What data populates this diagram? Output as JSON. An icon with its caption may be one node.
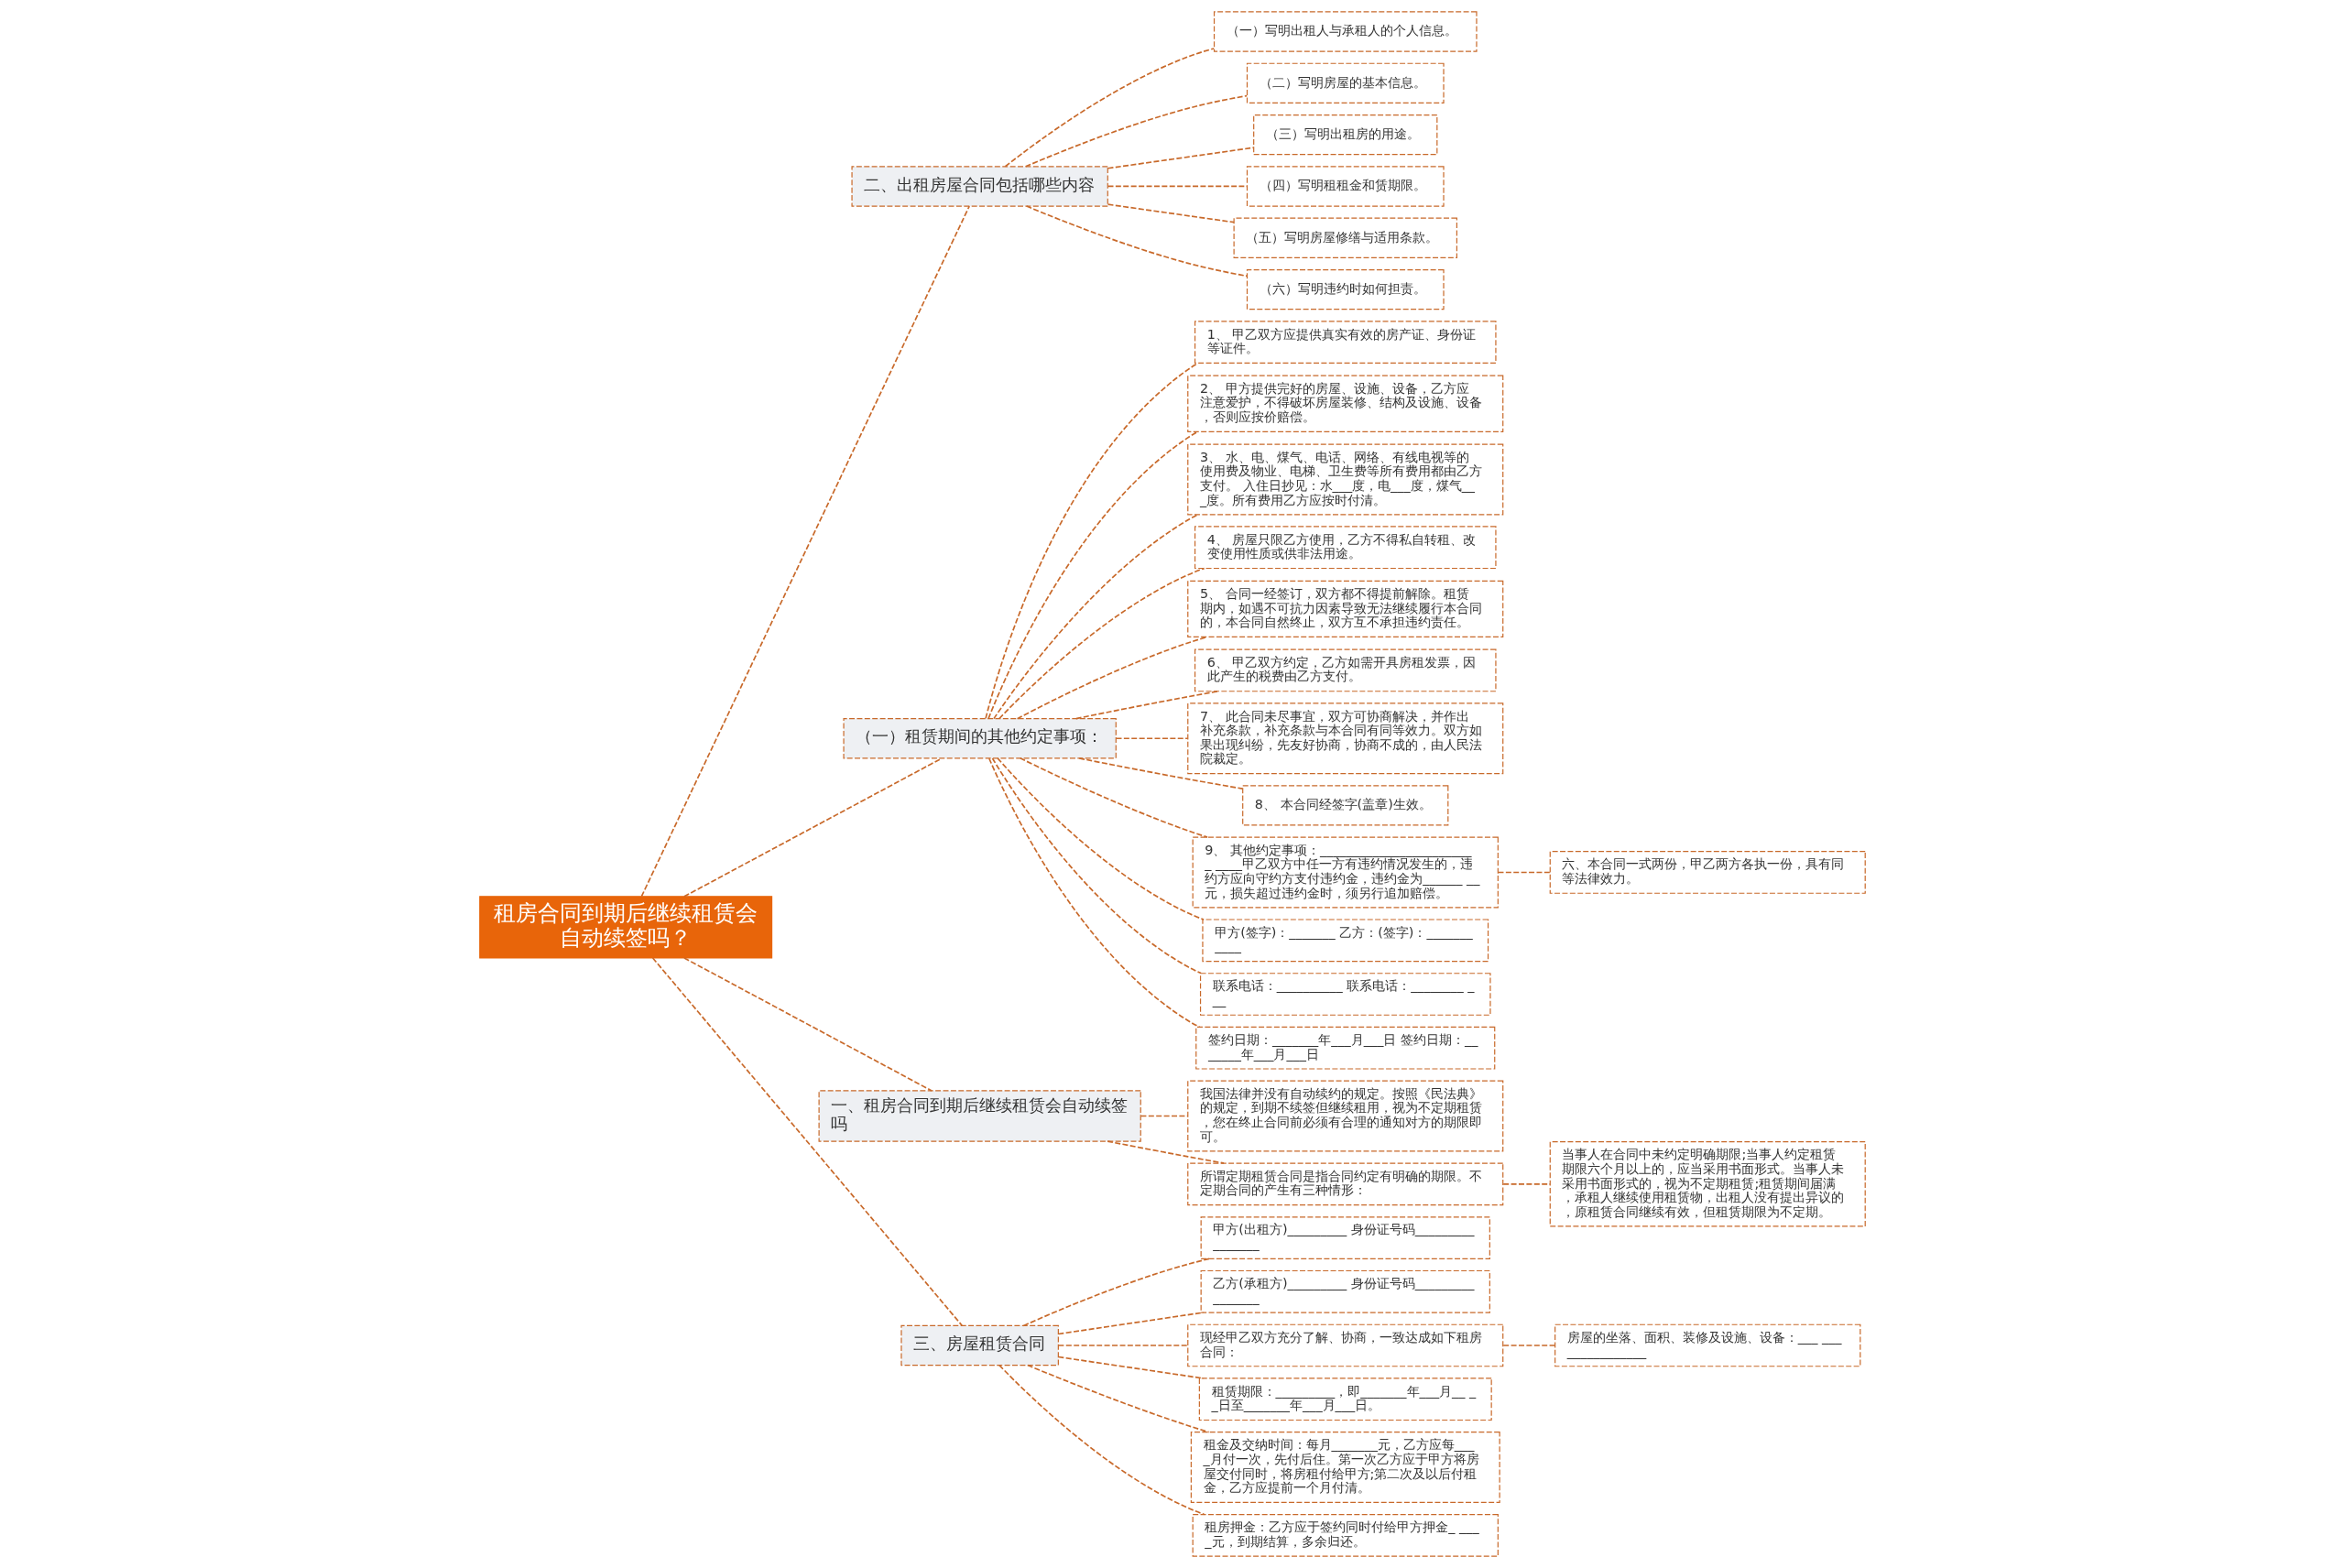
{
  "diagram": {
    "nodes": [
      {
        "text": [
          "租房合同到期后继续租赁会自动续签吗？"
        ]
      },
      {
        "text": [
          "二、出租房屋合同包括哪些内容"
        ]
      },
      {
        "text": [
          "（一）写明出租人与承租人的个人信息。"
        ]
      },
      {
        "text": [
          "（二）写明房屋的基本信息。"
        ]
      },
      {
        "text": [
          "（三）写明出租房的用途。"
        ]
      },
      {
        "text": [
          "（四）写明租租金和赁期限。"
        ]
      },
      {
        "text": [
          "（五）写明房屋修缮与适用条款。"
        ]
      },
      {
        "text": [
          "（六）写明违约时如何担责。"
        ]
      },
      {
        "text": [
          "（一）租赁期间的其他约定事项："
        ]
      },
      {
        "text": [
          "1、 甲乙双方应提供真实有效的房产证、身份证等证件。"
        ]
      },
      {
        "text": [
          "2、 甲方提供完好的房屋、设施、设备，乙方应注意爱护，不得破坏房屋装修、结构及设施、设备，否则应按价赔偿。"
        ]
      },
      {
        "text": [
          "3、 水、电、煤气、电话、网络、有线电视等的使用费及物业、电梯、卫生费等所有费用都由乙方支付。 入住日抄见：水___度，电___度，煤气___度。所有费用乙方应按时付清。"
        ]
      },
      {
        "text": [
          "4、 房屋只限乙方使用，乙方不得私自转租、改变使用性质或供非法用途。"
        ]
      },
      {
        "text": [
          "5、 合同一经签订，双方都不得提前解除。租赁期内，如遇不可抗力因素导致无法继续履行本合同的，本合同自然终止，双方互不承担违约责任。"
        ]
      },
      {
        "text": [
          "6、 甲乙双方约定，乙方如需开具房租发票，因此产生的税费由乙方支付。"
        ]
      },
      {
        "text": [
          "7、 此合同未尽事宜，双方可协商解决，并作出补充条款，补充条款与本合同有同等效力。双方如果出现纠纷，先友好协商，协商不成的，由人民法院裁定。"
        ]
      },
      {
        "text": [
          "8、 本合同经签字(盖章)生效。"
        ]
      },
      {
        "text": [
          "9、 其他约定事项：________________________ ____甲乙双方中任一方有违约情况发生的，违约方应向守约方支付违约金，违约金为______ __元，损失超过违约金时，须另行追加赔偿。"
        ]
      },
      {
        "text": [
          "甲方(签字)：_______ 乙方：(签字)：_______ ____"
        ]
      },
      {
        "text": [
          "联系电话：__________ 联系电话：________ ___"
        ]
      },
      {
        "text": [
          "签约日期：_______年___月___日 签约日期：_______年___月___日"
        ]
      },
      {
        "text": [
          "六、本合同一式两份，甲乙两方各执一份，具有同等法律效力。"
        ]
      },
      {
        "text": [
          "一、租房合同到期后继续租赁会自动续签吗"
        ]
      },
      {
        "text": [
          "我国法律并没有自动续约的规定。按照《民法典》的规定，到期不续签但继续租用，视为不定期租赁，您在终止合同前必须有合理的通知对方的期限即可。"
        ]
      },
      {
        "text": [
          "所谓定期租赁合同是指合同约定有明确的期限。不定期合同的产生有三种情形："
        ]
      },
      {
        "text": [
          "当事人在合同中未约定明确期限;当事人约定租赁期限六个月以上的，应当采用书面形式。当事人未采用书面形式的，视为不定期租赁;租赁期间届满，承租人继续使用租赁物，出租人没有提出异议的，原租赁合同继续有效，但租赁期限为不定期。"
        ]
      },
      {
        "text": [
          "三、房屋租赁合同"
        ]
      },
      {
        "text": [
          "甲方(出租方)_________ 身份证号码_________ _______"
        ]
      },
      {
        "text": [
          "乙方(承租方)_________ 身份证号码_________ _______"
        ]
      },
      {
        "text": [
          "现经甲乙双方充分了解、协商，一致达成如下租房合同："
        ]
      },
      {
        "text": [
          "房屋的坐落、面积、装修及设施、设备：___ _______________"
        ]
      },
      {
        "text": [
          "租赁期限：_________，即_______年___月__ __日至_______年___月___日。"
        ]
      },
      {
        "text": [
          "租金及交纳时间：每月_______元，乙方应每____月付一次，先付后住。第一次乙方应于甲方将房屋交付同时，将房租付给甲方;第二次及以后付租金，乙方应提前一个月付清。"
        ]
      },
      {
        "text": [
          "租房押金：乙方应于签约同时付给甲方押金_ ____元，到期结算，多余归还。"
        ]
      }
    ],
    "edges": [
      {
        "from": 0,
        "to": 1,
        "arrow": "none"
      },
      {
        "from": 1,
        "to": 2,
        "arrow": "none"
      },
      {
        "from": 1,
        "to": 3,
        "arrow": "none"
      },
      {
        "from": 1,
        "to": 4,
        "arrow": "none"
      },
      {
        "from": 1,
        "to": 5,
        "arrow": "none"
      },
      {
        "from": 1,
        "to": 6,
        "arrow": "none"
      },
      {
        "from": 1,
        "to": 7,
        "arrow": "none"
      },
      {
        "from": 0,
        "to": 8,
        "arrow": "none"
      },
      {
        "from": 8,
        "to": 9,
        "arrow": "none"
      },
      {
        "from": 8,
        "to": 10,
        "arrow": "none"
      },
      {
        "from": 8,
        "to": 11,
        "arrow": "none"
      },
      {
        "from": 8,
        "to": 12,
        "arrow": "none"
      },
      {
        "from": 8,
        "to": 13,
        "arrow": "none"
      },
      {
        "from": 8,
        "to": 14,
        "arrow": "none"
      },
      {
        "from": 8,
        "to": 15,
        "arrow": "none"
      },
      {
        "from": 8,
        "to": 16,
        "arrow": "none"
      },
      {
        "from": 8,
        "to": 17,
        "arrow": "none"
      },
      {
        "from": 8,
        "to": 18,
        "arrow": "none"
      },
      {
        "from": 8,
        "to": 19,
        "arrow": "none"
      },
      {
        "from": 8,
        "to": 20,
        "arrow": "none"
      },
      {
        "from": 17,
        "to": 21,
        "arrow": "none"
      },
      {
        "from": 0,
        "to": 22,
        "arrow": "none"
      },
      {
        "from": 22,
        "to": 23,
        "arrow": "none"
      },
      {
        "from": 22,
        "to": 24,
        "arrow": "none"
      },
      {
        "from": 24,
        "to": 25,
        "arrow": "none"
      },
      {
        "from": 0,
        "to": 26,
        "arrow": "none"
      },
      {
        "from": 26,
        "to": 27,
        "arrow": "none"
      },
      {
        "from": 26,
        "to": 28,
        "arrow": "none"
      },
      {
        "from": 26,
        "to": 29,
        "arrow": "none"
      },
      {
        "from": 29,
        "to": 30,
        "arrow": "none"
      },
      {
        "from": 26,
        "to": 31,
        "arrow": "none"
      },
      {
        "from": 26,
        "to": 32,
        "arrow": "none"
      },
      {
        "from": 26,
        "to": 33,
        "arrow": "none"
      }
    ]
  }
}
